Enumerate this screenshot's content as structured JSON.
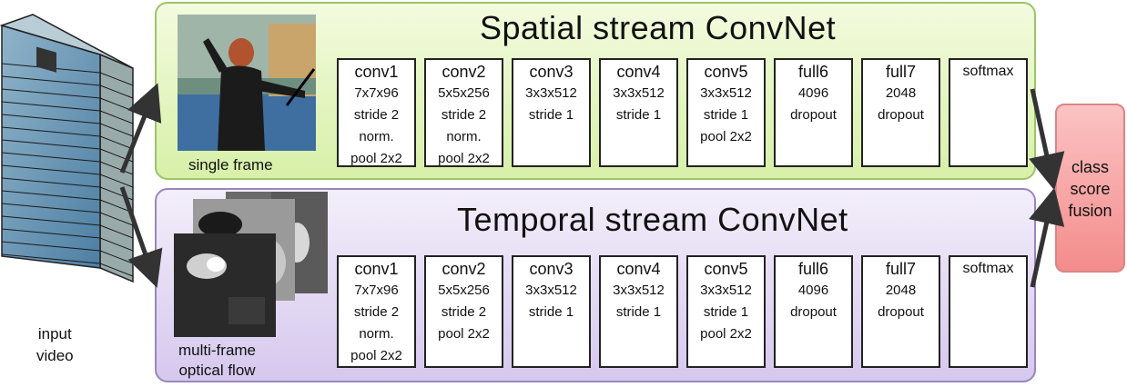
{
  "input": {
    "label_line1": "input",
    "label_line2": "video"
  },
  "spatial": {
    "title": "Spatial stream ConvNet",
    "caption": "single frame",
    "layers": [
      {
        "name": "conv1",
        "lines": [
          "7x7x96",
          "stride 2",
          "norm.",
          "pool 2x2"
        ]
      },
      {
        "name": "conv2",
        "lines": [
          "5x5x256",
          "stride 2",
          "norm.",
          "pool 2x2"
        ]
      },
      {
        "name": "conv3",
        "lines": [
          "3x3x512",
          "stride 1"
        ]
      },
      {
        "name": "conv4",
        "lines": [
          "3x3x512",
          "stride 1"
        ]
      },
      {
        "name": "conv5",
        "lines": [
          "3x3x512",
          "stride 1",
          "pool 2x2"
        ]
      },
      {
        "name": "full6",
        "lines": [
          "4096",
          "dropout"
        ]
      },
      {
        "name": "full7",
        "lines": [
          "2048",
          "dropout"
        ]
      },
      {
        "name": "softmax",
        "lines": []
      }
    ]
  },
  "temporal": {
    "title": "Temporal stream ConvNet",
    "caption_line1": "multi-frame",
    "caption_line2": "optical flow",
    "layers": [
      {
        "name": "conv1",
        "lines": [
          "7x7x96",
          "stride 2",
          "norm.",
          "pool 2x2"
        ]
      },
      {
        "name": "conv2",
        "lines": [
          "5x5x256",
          "stride 2",
          "pool 2x2"
        ]
      },
      {
        "name": "conv3",
        "lines": [
          "3x3x512",
          "stride 1"
        ]
      },
      {
        "name": "conv4",
        "lines": [
          "3x3x512",
          "stride 1"
        ]
      },
      {
        "name": "conv5",
        "lines": [
          "3x3x512",
          "stride 1",
          "pool 2x2"
        ]
      },
      {
        "name": "full6",
        "lines": [
          "4096",
          "dropout"
        ]
      },
      {
        "name": "full7",
        "lines": [
          "2048",
          "dropout"
        ]
      },
      {
        "name": "softmax",
        "lines": []
      }
    ]
  },
  "fusion": {
    "line1": "class",
    "line2": "score",
    "line3": "fusion"
  },
  "colors": {
    "spatial_border": "#9cc36a",
    "temporal_border": "#9a86bd",
    "fusion_fill": "#f48c8c",
    "arrow": "#333333"
  }
}
